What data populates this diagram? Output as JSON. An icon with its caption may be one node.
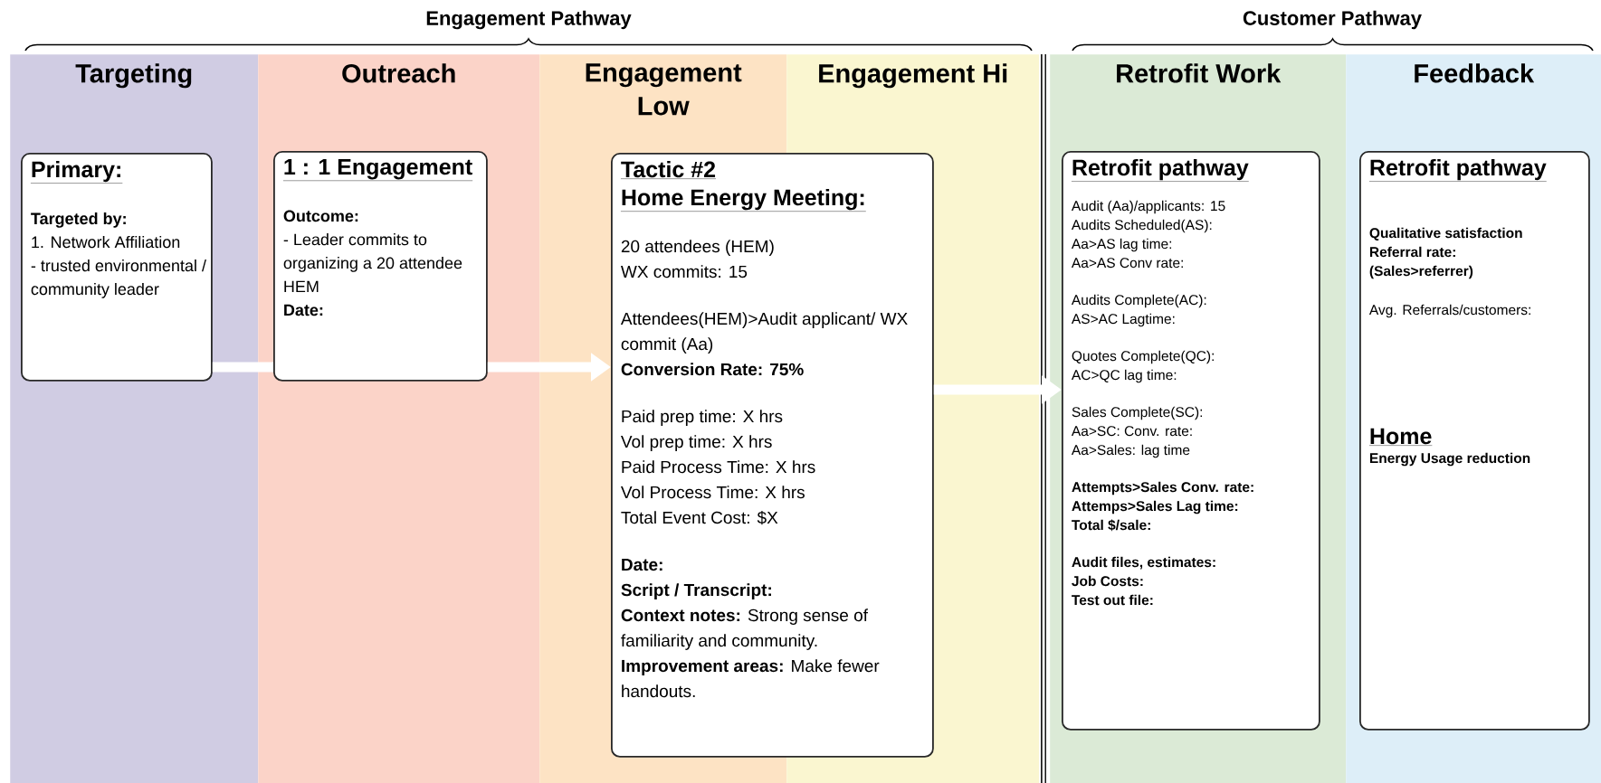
{
  "diagram": {
    "nodes": [
      {
        "text": [
          "Primary:",
          "Targeted by:",
          "1. Network Affiliation",
          "- trusted environmental / community leader"
        ]
      },
      {
        "text": [
          "1 : 1 Engagement",
          "Outcome:",
          "- Leader commits to organizing a 20 attendee HEM",
          "Date:"
        ]
      },
      {
        "text": [
          "Tactic #2",
          "Home Energy Meeting:",
          "20 attendees (HEM)",
          "WX commits: 15",
          "Attendees(HEM)>Audit applicant/ WX commit (Aa)",
          "Conversion Rate: 75%",
          "Paid prep time: X hrs",
          "Vol prep time:  X hrs",
          "Paid Process Time: X hrs",
          "Vol Process Time: X hrs",
          "Total Event Cost: $X",
          "Date:",
          "Script / Transcript:",
          "**Context notes:** Strong sense of familiarity and community.",
          "**Improvement areas:** Make fewer handouts."
        ]
      },
      {
        "text": [
          "Retrofit pathway",
          "Audit (Aa)/applicants: 15",
          "Audits Scheduled(AS):",
          "Aa>AS lag time:",
          "Aa>AS Conv rate:",
          "Audits Complete(AC):",
          "AS>AC Lagtime:",
          "Quotes Complete(QC):",
          "AC>QC lag time:",
          "Sales Complete(SC):",
          "Aa>SC: Conv. rate:",
          "Aa>Sales: lag time",
          "Attempts>Sales Conv. rate:",
          "Attemps>Sales Lag time:",
          "Total $/sale:",
          "Audit files, estimates:",
          "Job Costs:",
          "Test out file:"
        ]
      },
      {
        "text": [
          "Retrofit pathway",
          "Qualitative satisfaction",
          "Referral rate:",
          "(Sales>referrer)",
          "Avg. Referrals/customers:",
          "Home",
          "Energy Usage reduction"
        ]
      }
    ],
    "edges": [
      {
        "from": 0,
        "to": 1,
        "arrow": "none"
      },
      {
        "from": 1,
        "to": 2,
        "arrow": "to"
      },
      {
        "from": 2,
        "to": 3,
        "arrow": "to"
      }
    ],
    "labels": [
      "Engagement Pathway",
      "Customer Pathway",
      "Targeting",
      "Outreach",
      "Engagement Low",
      "Engagement Hi",
      "Retrofit Work",
      "Feedback"
    ]
  }
}
